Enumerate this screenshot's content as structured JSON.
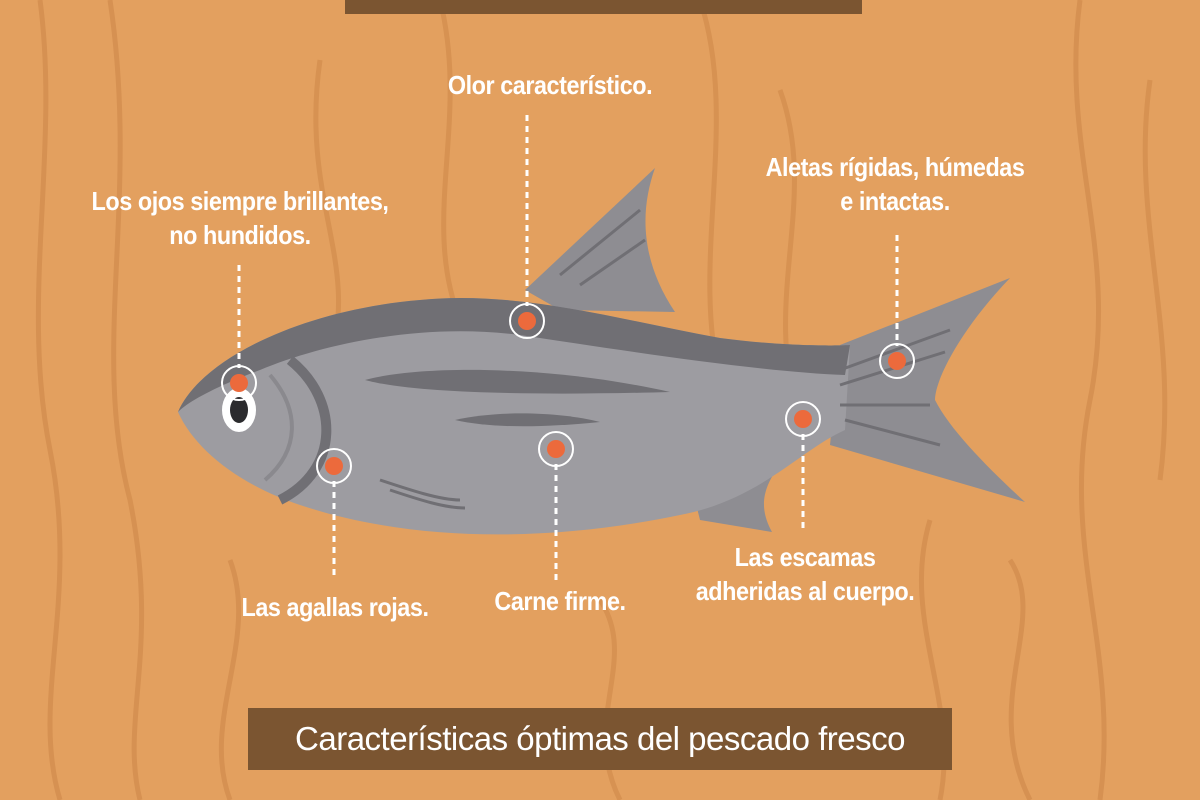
{
  "colors": {
    "background": "#e3a05f",
    "bar": "#7b5531",
    "fish_body": "#9d9ca1",
    "fish_dark": "#706f74",
    "marker": "#ec6a3c"
  },
  "labels": {
    "smell": "Olor característico.",
    "eyes_line1": "Los ojos siempre brillantes,",
    "eyes_line2": "no hundidos.",
    "fins_line1": "Aletas rígidas, húmedas",
    "fins_line2": "e intactas.",
    "gills": "Las agallas rojas.",
    "flesh": "Carne firme.",
    "scales_line1": "Las escamas",
    "scales_line2": "adheridas al cuerpo."
  },
  "title": "Características óptimas del pescado fresco"
}
